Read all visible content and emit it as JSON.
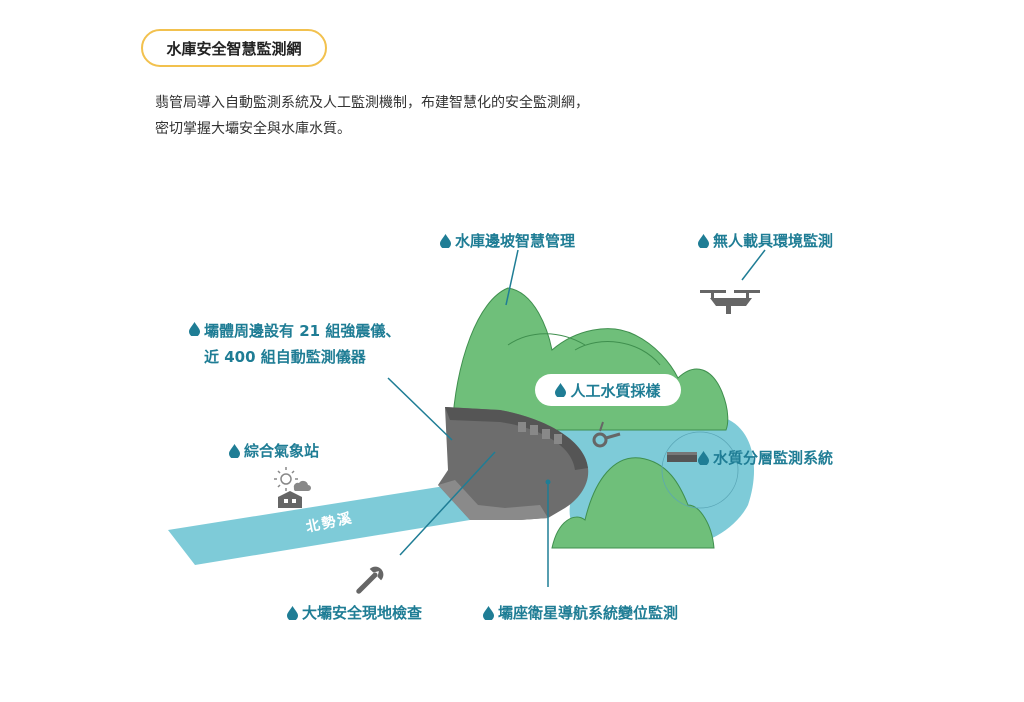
{
  "title": "水庫安全智慧監測網",
  "intro": {
    "line1": "翡管局導入自動監測系統及人工監測機制，布建智慧化的安全監測網，",
    "line2": "密切掌握大壩安全與水庫水質。"
  },
  "labels": {
    "slope": "水庫邊坡智慧管理",
    "uav": "無人載具環境監測",
    "seismic_line1": "壩體周邊設有 21 組強震儀、",
    "seismic_line2": "近 400 組自動監測儀器",
    "water_sampling": "人工水質採樣",
    "weather": "綜合氣象站",
    "layered": "水質分層監測系統",
    "inspection": "大壩安全現地檢查",
    "gnss": "壩座衛星導航系統變位監測"
  },
  "river_name": "北勢溪",
  "colors": {
    "accent_text": "#1f7d95",
    "title_border": "#f2c14e",
    "mountain": "#6fbf7a",
    "mountain_edge": "#3f8f4e",
    "water": "#7ecbd8",
    "dam": "#6d6d6d",
    "dam_dark": "#555555",
    "icon_gray": "#666666"
  },
  "icons": {
    "bullet": "water-drop-icon",
    "drone": "drone-icon",
    "weather_station": "weather-station-icon",
    "wrench": "wrench-icon",
    "sampler": "water-sampler-icon",
    "sensor": "layered-sensor-icon"
  }
}
